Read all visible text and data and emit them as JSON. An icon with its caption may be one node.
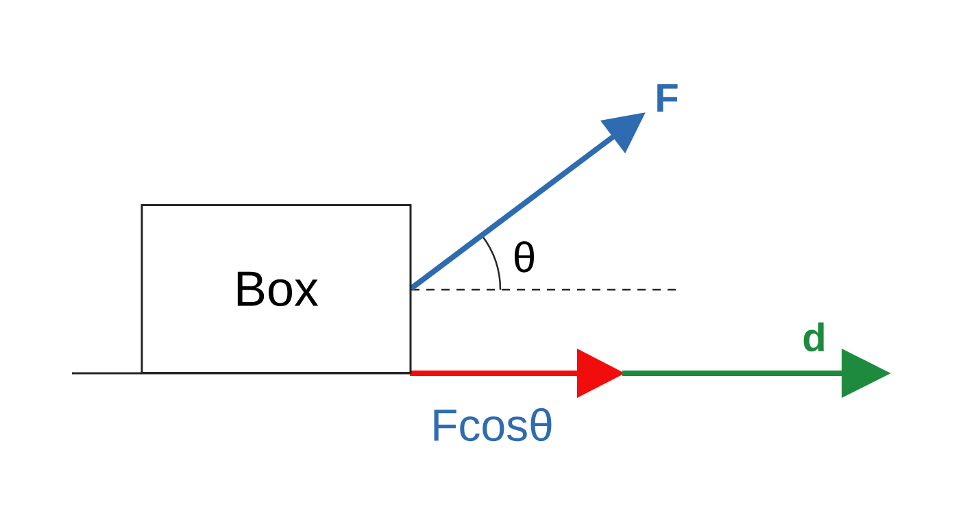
{
  "diagram": {
    "nodes": [
      {
        "text": [
          "Box"
        ]
      }
    ],
    "labels": [
      "F",
      "θ",
      "d",
      "Fcosθ"
    ]
  }
}
